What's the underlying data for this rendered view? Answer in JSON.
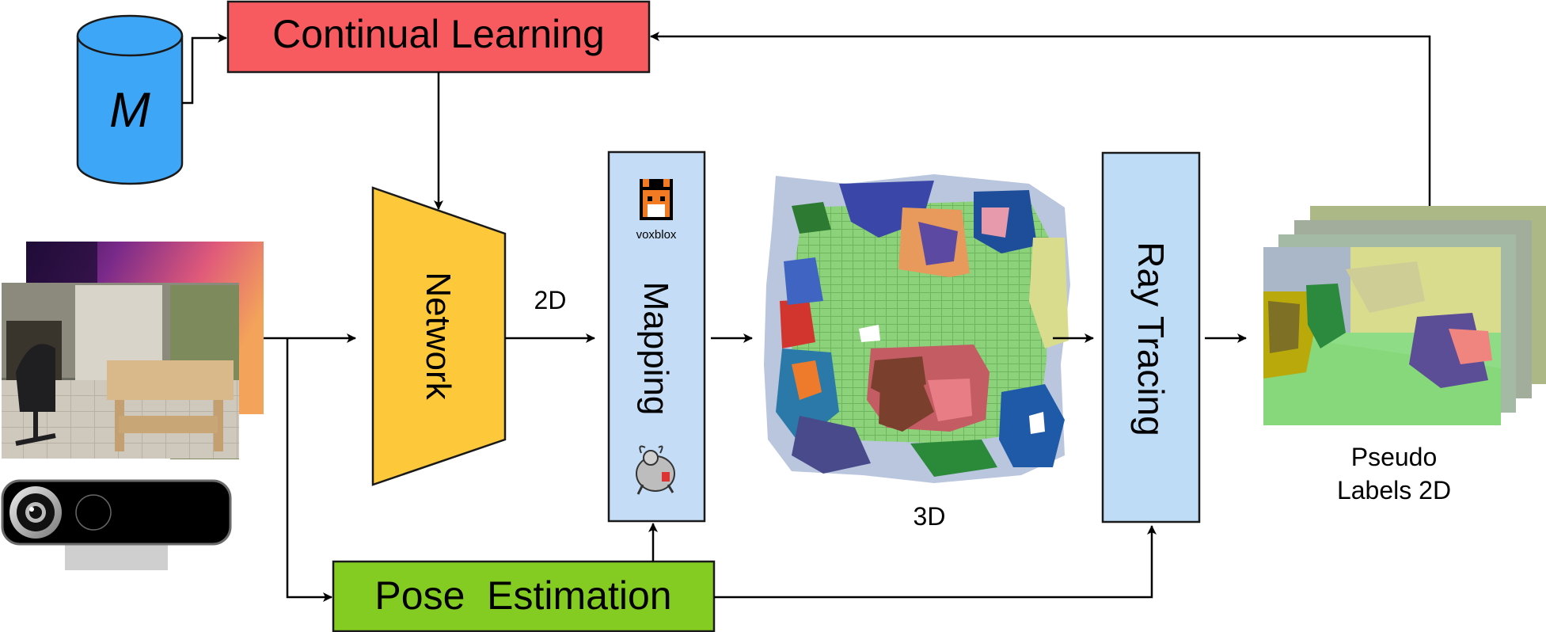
{
  "blocks": {
    "continual_learning": "Continual Learning",
    "memory": "M",
    "network": "Network",
    "mapping": "Mapping",
    "voxblox_logo": "voxblox",
    "ray_tracing": "Ray Tracing",
    "pose_estimation": "Pose  Estimation"
  },
  "edge_labels": {
    "two_d": "2D",
    "three_d": "3D"
  },
  "outputs": {
    "pseudo_line1": "Pseudo",
    "pseudo_line2": "Labels 2D"
  },
  "colors": {
    "continual_learning_fill": "#f75b5f",
    "memory_fill": "#3ea6f6",
    "network_fill": "#fdc93a",
    "mapping_fill": "#c4dcf6",
    "ray_tracing_fill": "#bfdcf7",
    "pose_estimation_fill": "#84cb22",
    "voxel_floor": "#8cd27a",
    "overlay_yellow": "#d9dc8c"
  }
}
